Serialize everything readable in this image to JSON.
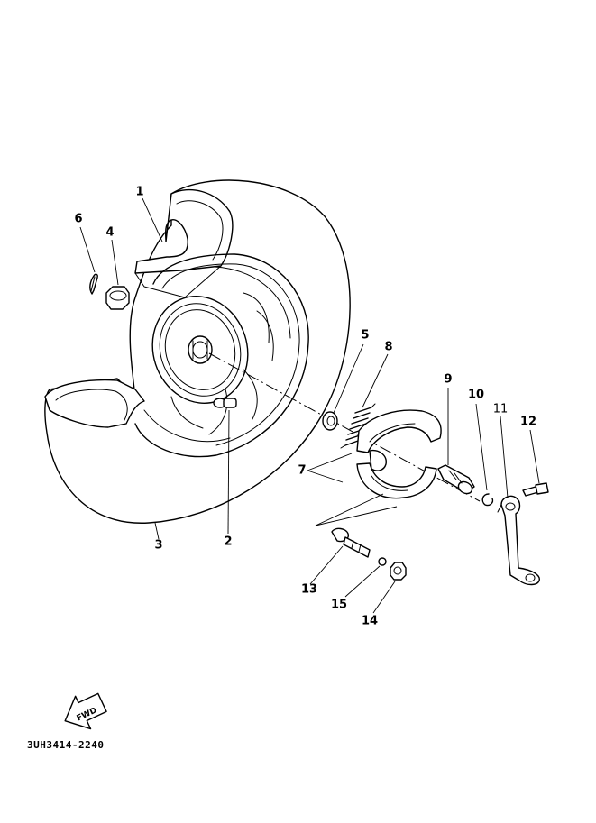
{
  "diagram": {
    "part_code": "3UH3414-2240",
    "fwd_label": "FWD",
    "callouts": [
      {
        "id": "c1",
        "label": "1"
      },
      {
        "id": "c2",
        "label": "2"
      },
      {
        "id": "c3",
        "label": "3"
      },
      {
        "id": "c4",
        "label": "4"
      },
      {
        "id": "c5",
        "label": "5"
      },
      {
        "id": "c6",
        "label": "6"
      },
      {
        "id": "c7",
        "label": "7"
      },
      {
        "id": "c8",
        "label": "8"
      },
      {
        "id": "c9",
        "label": "9"
      },
      {
        "id": "c10",
        "label": "10"
      },
      {
        "id": "c11",
        "label": "11"
      },
      {
        "id": "c12",
        "label": "12"
      },
      {
        "id": "c13",
        "label": "13"
      },
      {
        "id": "c14",
        "label": "14"
      },
      {
        "id": "c15",
        "label": "15"
      }
    ]
  }
}
